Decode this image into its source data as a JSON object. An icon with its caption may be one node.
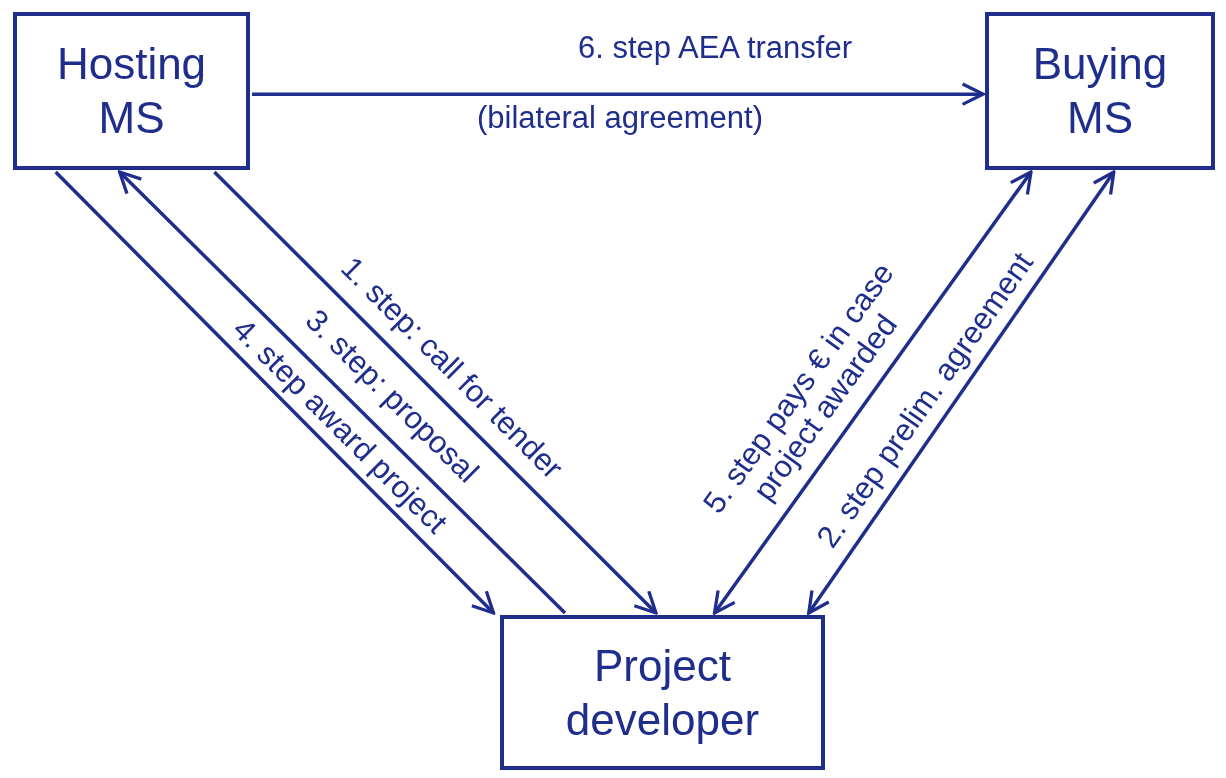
{
  "diagram": {
    "nodes": [
      {
        "text": [
          "Hosting MS"
        ]
      },
      {
        "text": [
          "Buying MS"
        ]
      },
      {
        "text": [
          "Project developer"
        ]
      }
    ],
    "edges": [
      {
        "from": 0,
        "to": 1,
        "arrow": "to",
        "label": "6. step AEA transfer"
      },
      {
        "from": 0,
        "to": 2,
        "arrow": "to",
        "label": "1. step: call for tender"
      },
      {
        "from": 2,
        "to": 0,
        "arrow": "to",
        "label": "3. step: proposal"
      },
      {
        "from": 0,
        "to": 2,
        "arrow": "to",
        "label": "4. step award project"
      },
      {
        "from": 2,
        "to": 1,
        "arrow": "both",
        "label": "5. step pays € in case project awarded"
      },
      {
        "from": 1,
        "to": 2,
        "arrow": "both",
        "label": "2. step prelim. agreement"
      }
    ],
    "labels": [
      "(bilateral agreement)"
    ]
  }
}
